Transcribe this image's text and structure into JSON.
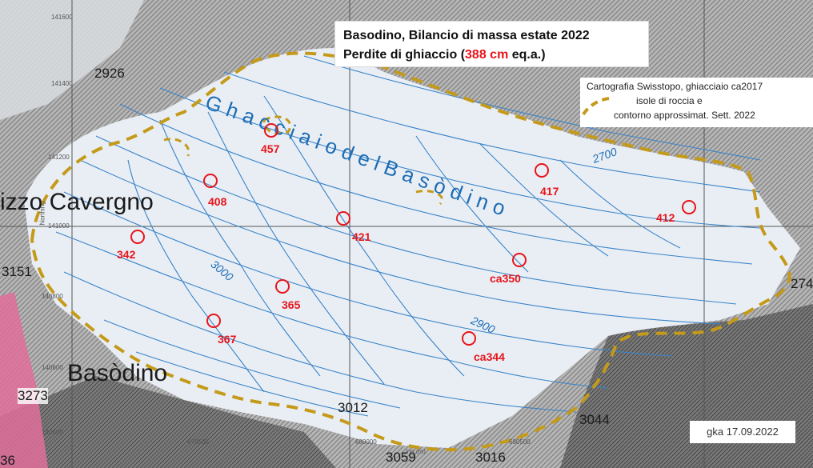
{
  "title": {
    "line1": "Basodino, Bilancio di massa estate 2022",
    "line2_prefix": "Perdite di ghiaccio (",
    "line2_value": "388 cm",
    "line2_suffix": " eq.a.)"
  },
  "legend": {
    "line1": "Cartografia Swisstopo, ghiacciaio ca2017",
    "line2": "isole di roccia e",
    "line3": "contorno approssimat. Sett. 2022",
    "outline_color": "#c49a1a"
  },
  "credit": "gka 17.09.2022",
  "glacier_name": "G h a c c i a i o   d e l   B a s ò d i n o",
  "place_names": {
    "pizzo": "izzo Cavergno",
    "basodino": "Basòdino"
  },
  "peaks": {
    "p2926": "2926",
    "p3151": "3151",
    "p3273": "3273",
    "p3012": "3012",
    "p3044": "3044",
    "p3059": "3059",
    "p3016": "3016",
    "p274": "274",
    "p36": "36"
  },
  "contours": {
    "c3000": "3000",
    "c2900": "2900",
    "c2700": "2700"
  },
  "grid_coords": {
    "n141600": "141600",
    "n141400": "141400",
    "n141200": "141200",
    "n141000": "141000",
    "n140800": "140800",
    "n140600": "140600",
    "n140400": "140400",
    "e679500": "679500",
    "e680000": "680000",
    "e680500": "680500",
    "northing": "Northing",
    "easting": "ing (m)"
  },
  "stakes": [
    {
      "id": "s457",
      "value": "457"
    },
    {
      "id": "s408",
      "value": "408"
    },
    {
      "id": "s417",
      "value": "417"
    },
    {
      "id": "s412",
      "value": "412"
    },
    {
      "id": "s421",
      "value": "421"
    },
    {
      "id": "s342",
      "value": "342"
    },
    {
      "id": "s350",
      "value": "ca350"
    },
    {
      "id": "s365",
      "value": "365"
    },
    {
      "id": "s367",
      "value": "367"
    },
    {
      "id": "s344",
      "value": "ca344"
    }
  ],
  "colors": {
    "stake_red": "#e8141b",
    "ice_blue": "#1d6db5",
    "glacier_fill": "#e8edf3",
    "outline": "#c49a1a"
  }
}
